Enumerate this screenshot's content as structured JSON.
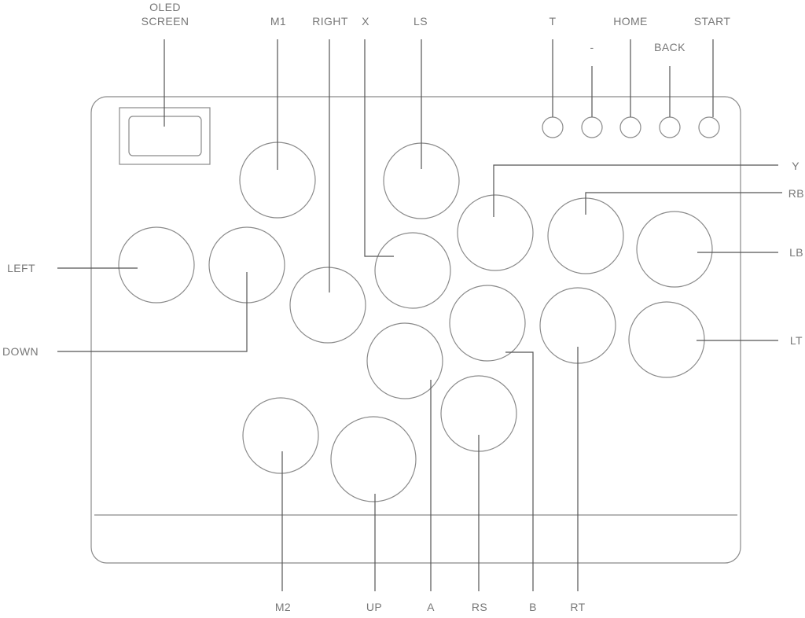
{
  "diagram": {
    "labels": {
      "oled_line1": "OLED",
      "oled_line2": "SCREEN",
      "m1": "M1",
      "right": "RIGHT",
      "x": "X",
      "ls": "LS",
      "t": "T",
      "minus": "-",
      "home": "HOME",
      "back": "BACK",
      "start": "START",
      "y": "Y",
      "rb": "RB",
      "lb": "LB",
      "lt": "LT",
      "left": "LEFT",
      "down": "DOWN",
      "m2": "M2",
      "up": "UP",
      "a": "A",
      "rs": "RS",
      "b": "B",
      "rt": "RT"
    }
  }
}
